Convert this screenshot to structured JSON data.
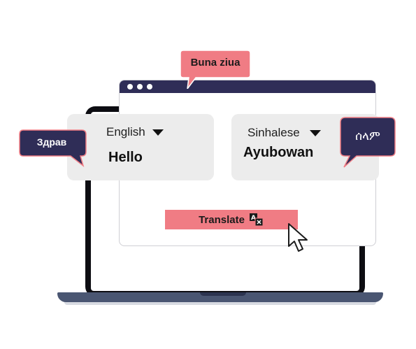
{
  "bubbles": {
    "top": "Buna ziua",
    "left": "Здрав",
    "right": "ሰላም"
  },
  "source": {
    "language": "English",
    "word": "Hello"
  },
  "target": {
    "language": "Sinhalese",
    "word": "Ayubowan"
  },
  "translate_button": {
    "label": "Translate"
  },
  "colors": {
    "accent_pink": "#f07c84",
    "navy": "#2f2d57",
    "panel_gray": "#ececec"
  }
}
